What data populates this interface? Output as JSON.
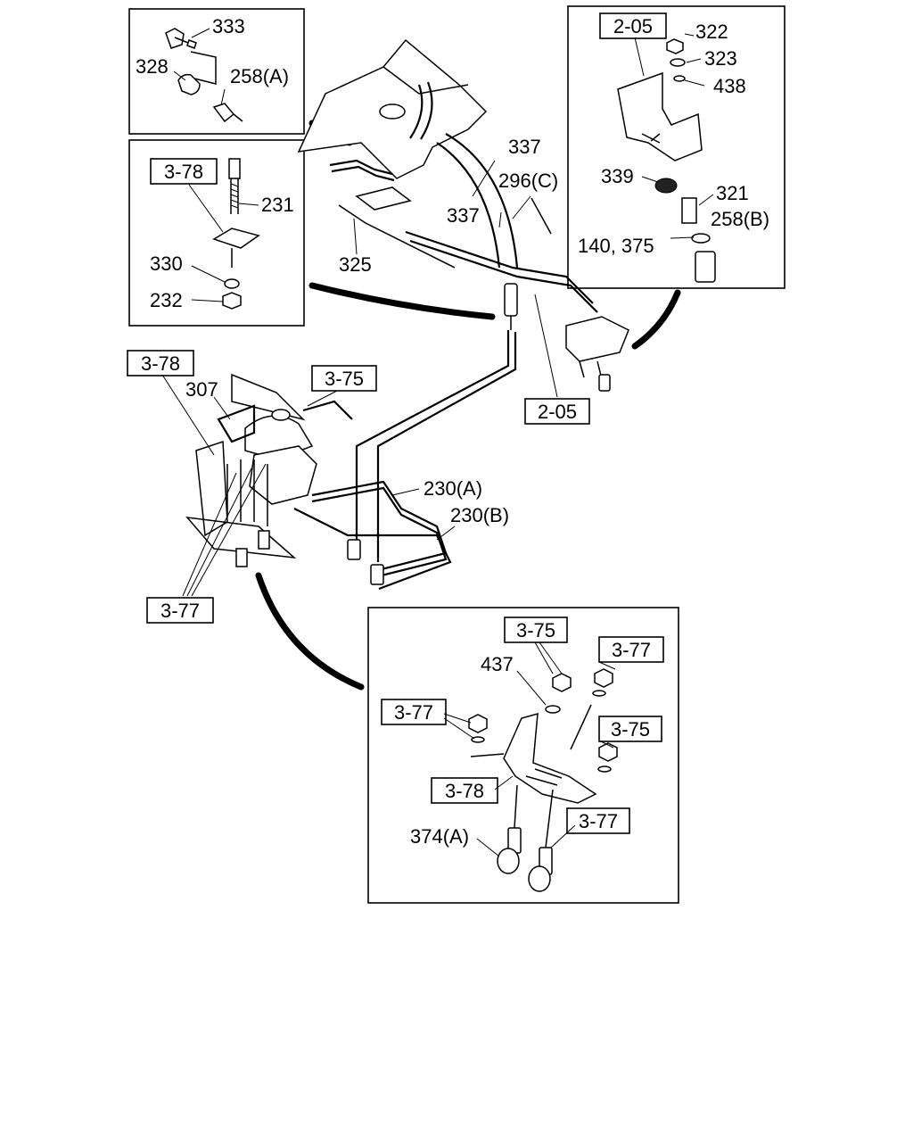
{
  "callouts": {
    "c333": "333",
    "c328": "328",
    "c258a": "258(A)",
    "c231": "231",
    "c330": "330",
    "c232": "232",
    "c337a": "337",
    "c337b": "337",
    "c296c": "296(C)",
    "c325": "325",
    "c322": "322",
    "c323": "323",
    "c438": "438",
    "c339": "339",
    "c321": "321",
    "c258b": "258(B)",
    "c140": "140, 375",
    "c307": "307",
    "c230a": "230(A)",
    "c230b": "230(B)",
    "c437": "437",
    "c374a": "374(A)"
  },
  "refs": {
    "r205_top": "2-05",
    "r378_inset": "3-78",
    "r378_main": "3-78",
    "r375_main": "3-75",
    "r205_main": "2-05",
    "r377_main": "3-77",
    "r375_d1": "3-75",
    "r377_d1": "3-77",
    "r377_d2": "3-77",
    "r375_d2": "3-75",
    "r378_d": "3-78",
    "r377_d3": "3-77"
  }
}
